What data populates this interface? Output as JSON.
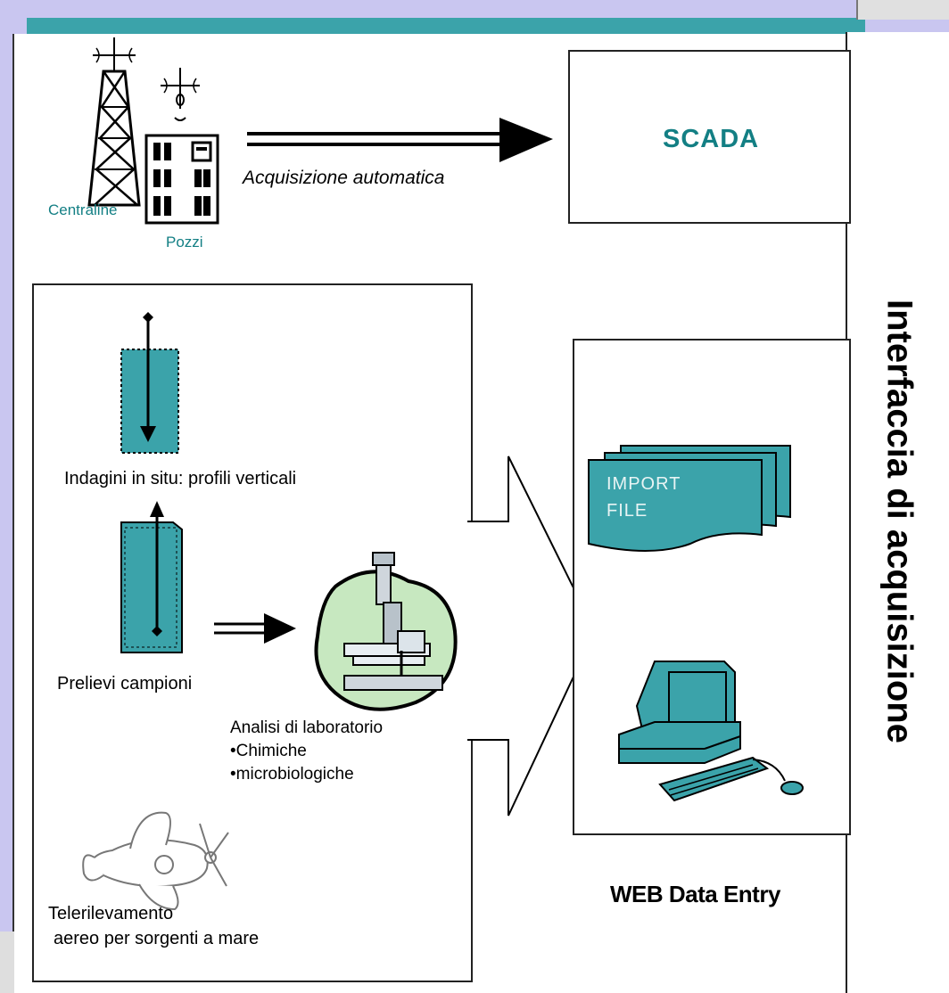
{
  "right_label": "Interfaccia di acquisizione",
  "top": {
    "centraline": "Centraline",
    "pozzi": "Pozzi",
    "acquisizione": "Acquisizione automatica",
    "scada": "SCADA"
  },
  "left": {
    "indagini": "Indagini in situ: profili verticali",
    "prelievi": "Prelievi campioni",
    "analisi_title": "Analisi di laboratorio",
    "analisi_item1": "•Chimiche",
    "analisi_item2": "•microbiologiche",
    "telerilevamento_line1": "Telerilevamento",
    "telerilevamento_line2": "aereo per sorgenti a mare"
  },
  "right": {
    "import_line1": "IMPORT",
    "import_line2": "FILE",
    "web_data_entry": "WEB Data Entry"
  },
  "colors": {
    "teal": "#3ba3aa",
    "dark_teal": "#137f84",
    "lavender": "#c9c6f0",
    "lab_green": "#c7e8c0"
  },
  "icons": [
    "antenna-tower-icon",
    "building-icon",
    "double-arrow-right-icon",
    "profile-probe-icon",
    "microscope-icon",
    "airplane-icon",
    "computer-icon",
    "file-stack-icon"
  ]
}
